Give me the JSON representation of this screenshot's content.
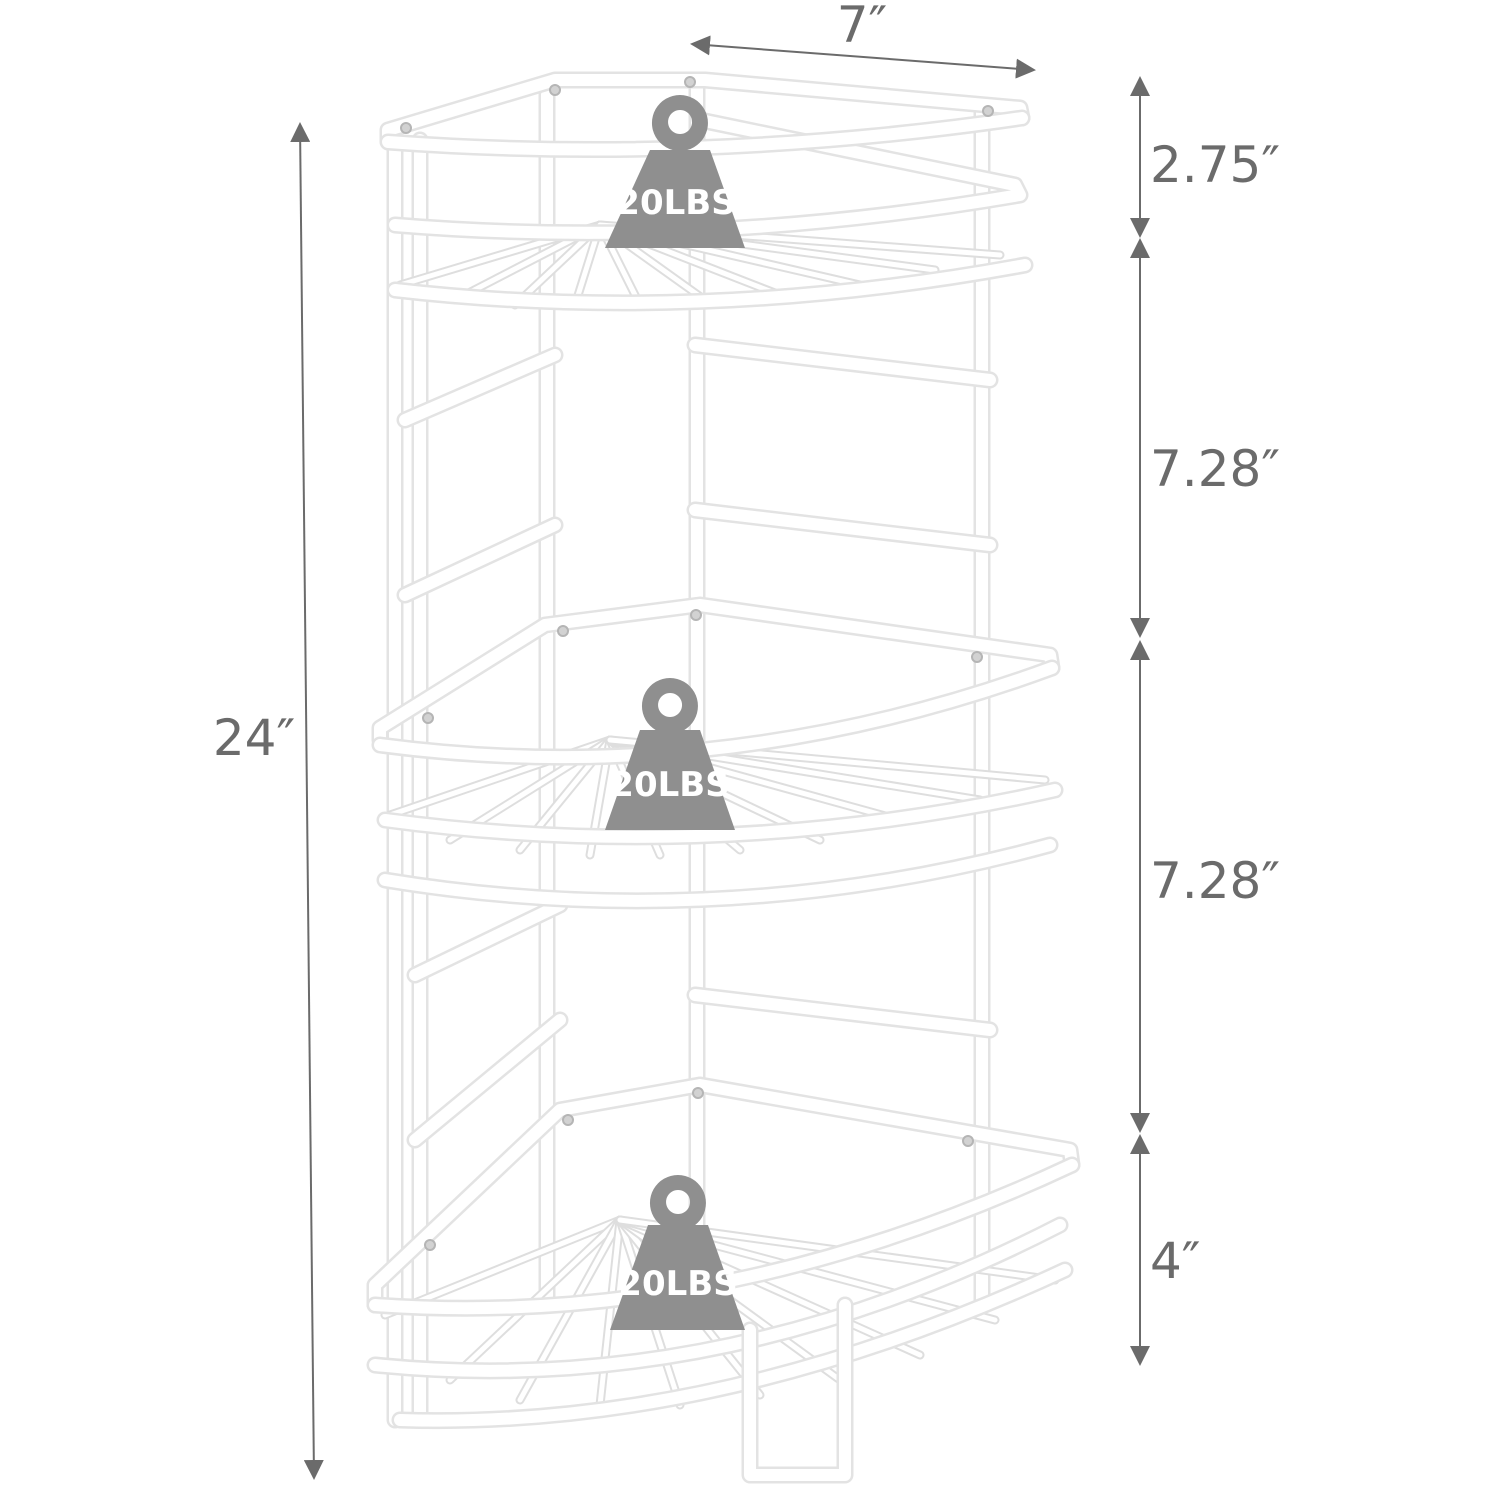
{
  "dimensions": {
    "width": "7″",
    "total_height": "24″",
    "top_gap": "2.75″",
    "upper_spacing": "7.28″",
    "lower_spacing": "7.28″",
    "bottom_gap": "4″"
  },
  "shelves": [
    {
      "weight_label": "20LBS"
    },
    {
      "weight_label": "20LBS"
    },
    {
      "weight_label": "20LBS"
    }
  ],
  "colors": {
    "frame": "#ffffff",
    "weight_tag": "#8f8f8f",
    "dimension": "#6b6b6b"
  }
}
